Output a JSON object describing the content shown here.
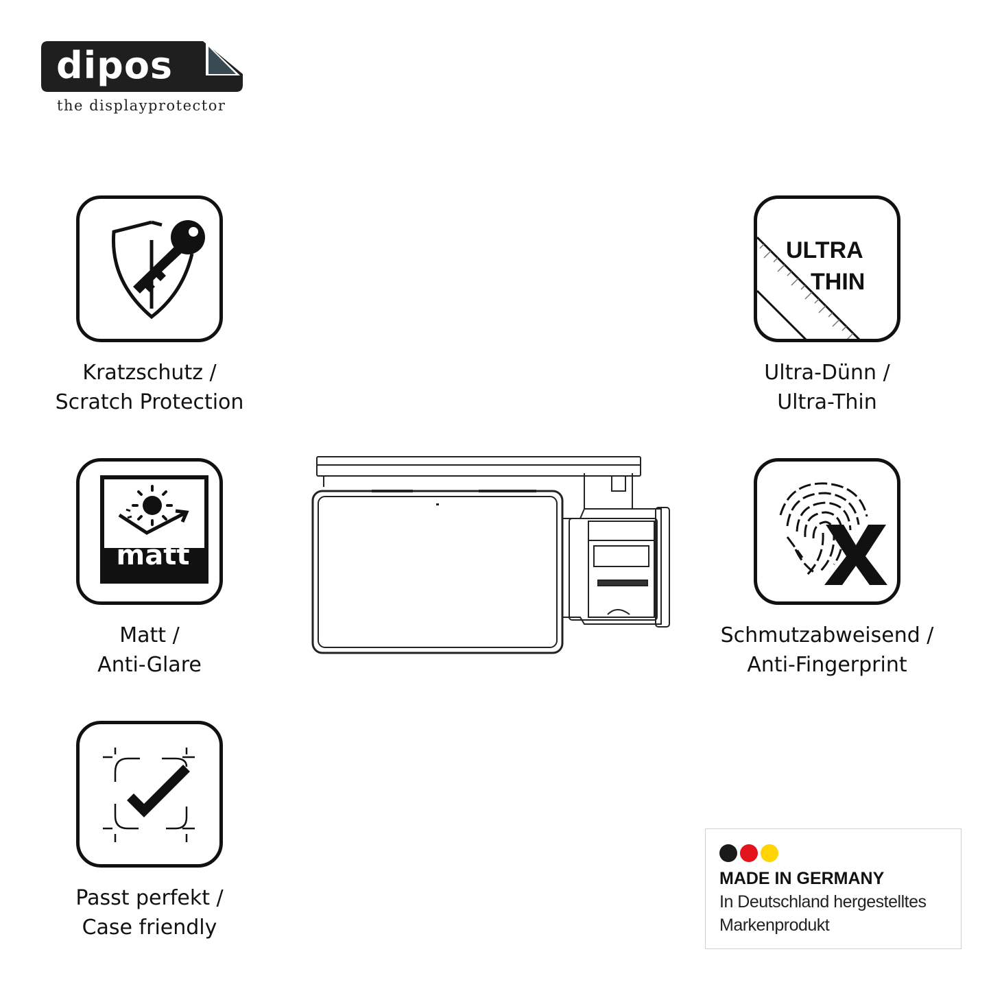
{
  "brand": {
    "name": "dipos",
    "tagline": "the displayprotector",
    "logo_color": "#1f1f1f",
    "corner_color": "#3a4a52"
  },
  "features": [
    {
      "id": "scratch",
      "icon": "shield-key-icon",
      "line1": "Kratzschutz /",
      "line2": "Scratch Protection"
    },
    {
      "id": "thin",
      "icon": "ultra-thin-ruler-icon",
      "icon_text1": "ULTRA",
      "icon_text2": "THIN",
      "line1": "Ultra-Dünn /",
      "line2": "Ultra-Thin"
    },
    {
      "id": "matt",
      "icon": "sun-matt-icon",
      "icon_text": "matt",
      "line1": "Matt /",
      "line2": "Anti-Glare"
    },
    {
      "id": "fingerprint",
      "icon": "fingerprint-x-icon",
      "line1": "Schmutzabweisend /",
      "line2": "Anti-Fingerprint"
    },
    {
      "id": "case",
      "icon": "case-check-icon",
      "line1": "Passt perfekt /",
      "line2": "Case friendly"
    }
  ],
  "device": {
    "icon": "pos-terminal-drawing"
  },
  "made_in_germany": {
    "title": "MADE IN GERMANY",
    "line1": "In Deutschland hergestelltes",
    "line2": "Markenprodukt",
    "flag_colors": [
      "#1a1a1a",
      "#e3141b",
      "#ffd400"
    ]
  }
}
